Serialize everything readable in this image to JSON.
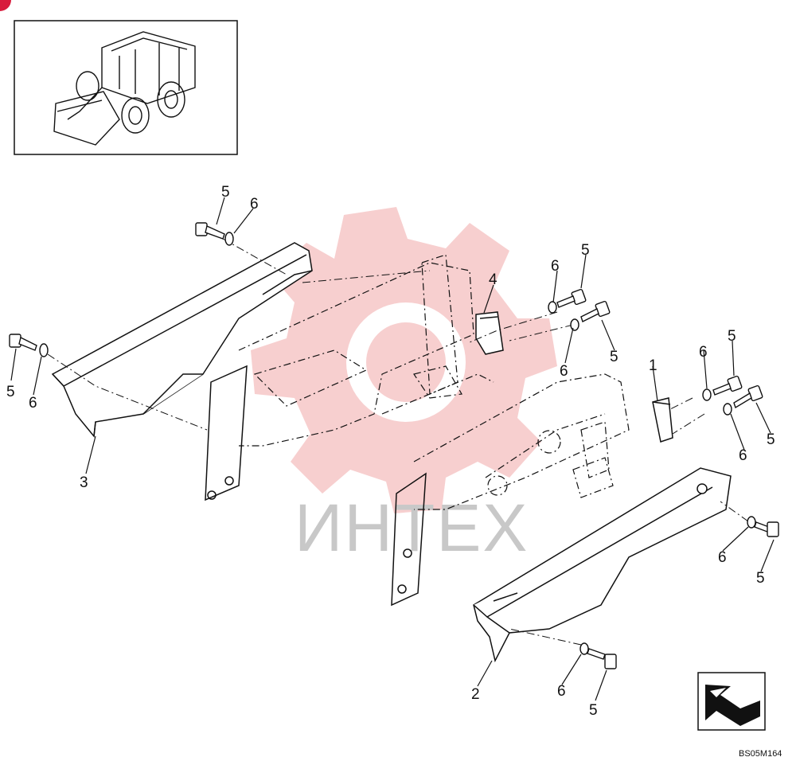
{
  "diagram": {
    "drawing_code": "BS05M164",
    "watermark_text": "ИНТЕХ",
    "callouts": [
      "1",
      "2",
      "3",
      "4",
      "5",
      "6"
    ],
    "colors": {
      "line": "#111111",
      "watermark_gear": "#f6c7c7",
      "watermark_text": "#c8c8c8",
      "corner_badge": "#d81b3c"
    },
    "icons": [
      "skid-steer-loader-thumbnail",
      "direction-arrow-icon"
    ]
  }
}
